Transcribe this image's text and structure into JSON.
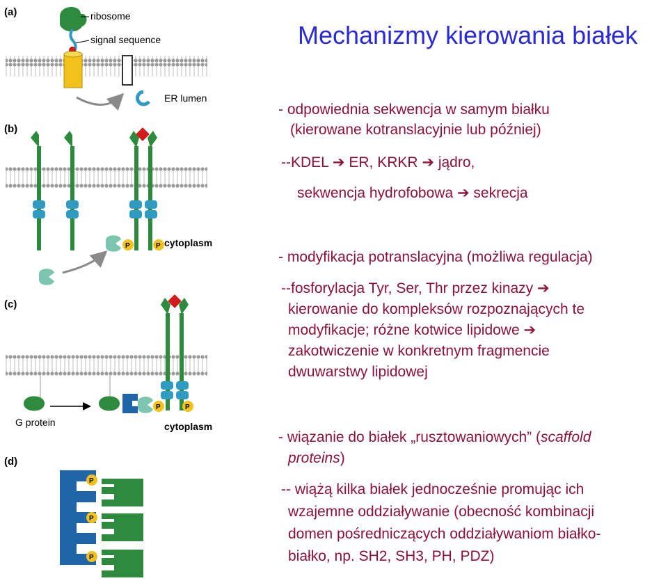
{
  "slide": {
    "title": "Mechanizmy kierowania białek",
    "lines": {
      "l1": "- odpowiednia sekwencja w samym białku",
      "l2": "(kierowane kotranslacyjnie lub później)",
      "l3a": "--KDEL ",
      "arrow": "➔",
      "l3b": " ER, KRKR ",
      "l3c": " jądro,",
      "l4a": "sekwencja hydrofobowa ",
      "l4b": " sekrecja",
      "l5": "- modyfikacja potranslacyjna (możliwa regulacja)",
      "l6a": "--fosforylacja Tyr, Ser, Thr przez kinazy ",
      "l7": "kierowanie do kompleksów rozpoznających te",
      "l8a": "modyfikacje; różne kotwice lipidowe ",
      "l9": "zakotwiczenie w konkretnym fragmencie",
      "l10": "dwuwarstwy lipidowej",
      "l11a": "- wiązanie do białek „rusztowaniowych” (",
      "l11b": "scaffold",
      "l12a": "proteins",
      "l12b": ")",
      "l13": "-- wiążą kilka białek jednocześnie promując ich",
      "l14": "wzajemne oddziaływanie (obecność kombinacji",
      "l15": "domen pośredniczących oddziaływaniom białko-",
      "l16": "białko, np. SH2, SH3, PH, PDZ)"
    }
  },
  "figure": {
    "panel_a": "(a)",
    "panel_b": "(b)",
    "panel_c": "(c)",
    "panel_d": "(d)",
    "ribosome": "ribosome",
    "signal_sequence": "signal sequence",
    "er_lumen": "ER lumen",
    "cytoplasm_b": "cytoplasm",
    "cytoplasm_c": "cytoplasm",
    "g_protein": "G protein",
    "p": "P"
  },
  "colors": {
    "title": "#2b2bd6",
    "text": "#8b1235",
    "green": "#2e8b3e",
    "teal": "#2f9bc0",
    "yellow": "#f2c21b",
    "blue_scaffold": "#1f66a8",
    "mint": "#7cc6b0",
    "red": "#d01c1c"
  }
}
